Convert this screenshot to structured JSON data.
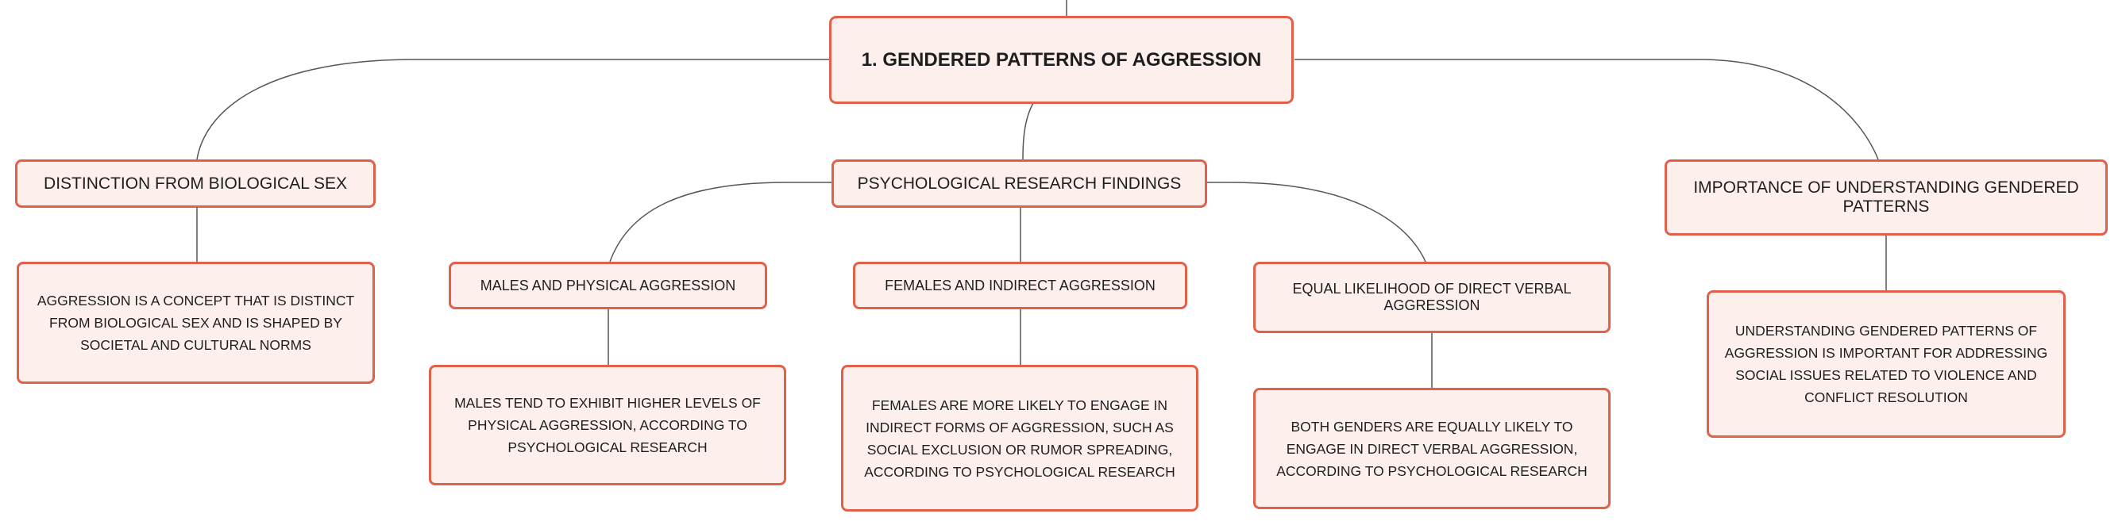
{
  "root": {
    "label": "1. GENDERED PATTERNS OF AGGRESSION"
  },
  "branches": {
    "biological": {
      "label": "DISTINCTION FROM BIOLOGICAL SEX",
      "detail": "AGGRESSION IS A CONCEPT THAT IS DISTINCT FROM BIOLOGICAL SEX AND IS SHAPED BY SOCIETAL AND CULTURAL NORMS"
    },
    "research": {
      "label": "PSYCHOLOGICAL RESEARCH FINDINGS",
      "children": {
        "males": {
          "label": "MALES AND PHYSICAL AGGRESSION",
          "detail": "MALES TEND TO EXHIBIT HIGHER LEVELS OF PHYSICAL AGGRESSION, ACCORDING TO PSYCHOLOGICAL RESEARCH"
        },
        "females": {
          "label": "FEMALES AND INDIRECT AGGRESSION",
          "detail": "FEMALES ARE MORE LIKELY TO ENGAGE IN INDIRECT FORMS OF AGGRESSION, SUCH AS SOCIAL EXCLUSION OR RUMOR SPREADING, ACCORDING TO PSYCHOLOGICAL RESEARCH"
        },
        "equal": {
          "label": "EQUAL LIKELIHOOD OF DIRECT VERBAL AGGRESSION",
          "detail": "BOTH GENDERS ARE EQUALLY LIKELY TO ENGAGE IN DIRECT VERBAL AGGRESSION, ACCORDING TO PSYCHOLOGICAL RESEARCH"
        }
      }
    },
    "importance": {
      "label": "IMPORTANCE OF UNDERSTANDING GENDERED PATTERNS",
      "detail": "UNDERSTANDING GENDERED PATTERNS OF AGGRESSION IS IMPORTANT FOR ADDRESSING SOCIAL ISSUES RELATED TO VIOLENCE AND CONFLICT RESOLUTION"
    }
  },
  "colors": {
    "node_fill": "#fdf0ec",
    "node_border": "#e0604a",
    "connector": "#555555",
    "text": "#1e1e1e"
  }
}
